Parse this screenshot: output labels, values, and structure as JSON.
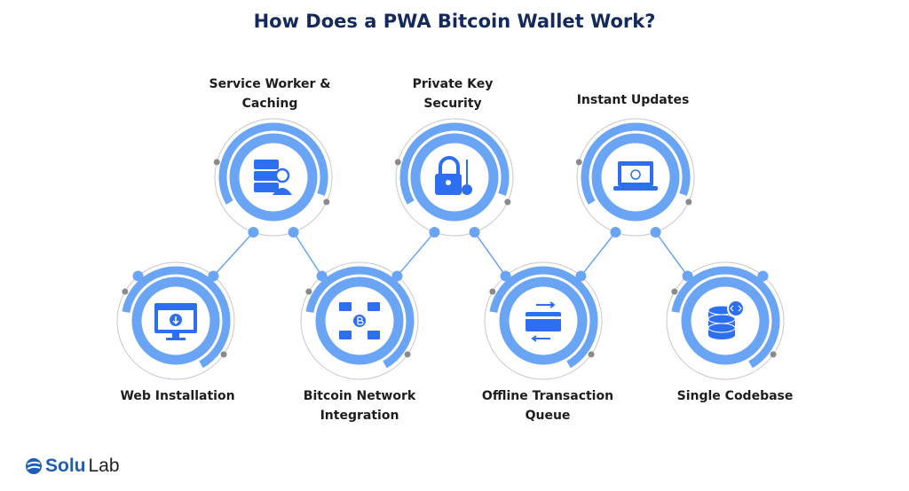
{
  "title": "How Does a PWA Bitcoin Wallet Work?",
  "nodes": [
    {
      "label": "Service Worker & Caching",
      "icon": "server-person-icon"
    },
    {
      "label": "Private Key Security",
      "icon": "padlock-key-icon"
    },
    {
      "label": "Instant Updates",
      "icon": "laptop-refresh-icon"
    },
    {
      "label": "Web Installation",
      "icon": "monitor-download-icon"
    },
    {
      "label": "Bitcoin Network Integration",
      "icon": "bitcoin-network-icon"
    },
    {
      "label": "Offline Transaction Queue",
      "icon": "card-transfer-icon"
    },
    {
      "label": "Single Codebase",
      "icon": "database-code-icon"
    }
  ],
  "logo": {
    "part1": "Solu",
    "part2": "Lab"
  },
  "colors": {
    "ring": "#6aa4f5",
    "icon": "#2e6ef0",
    "title": "#14295c",
    "thin": "#c8c8c8"
  }
}
